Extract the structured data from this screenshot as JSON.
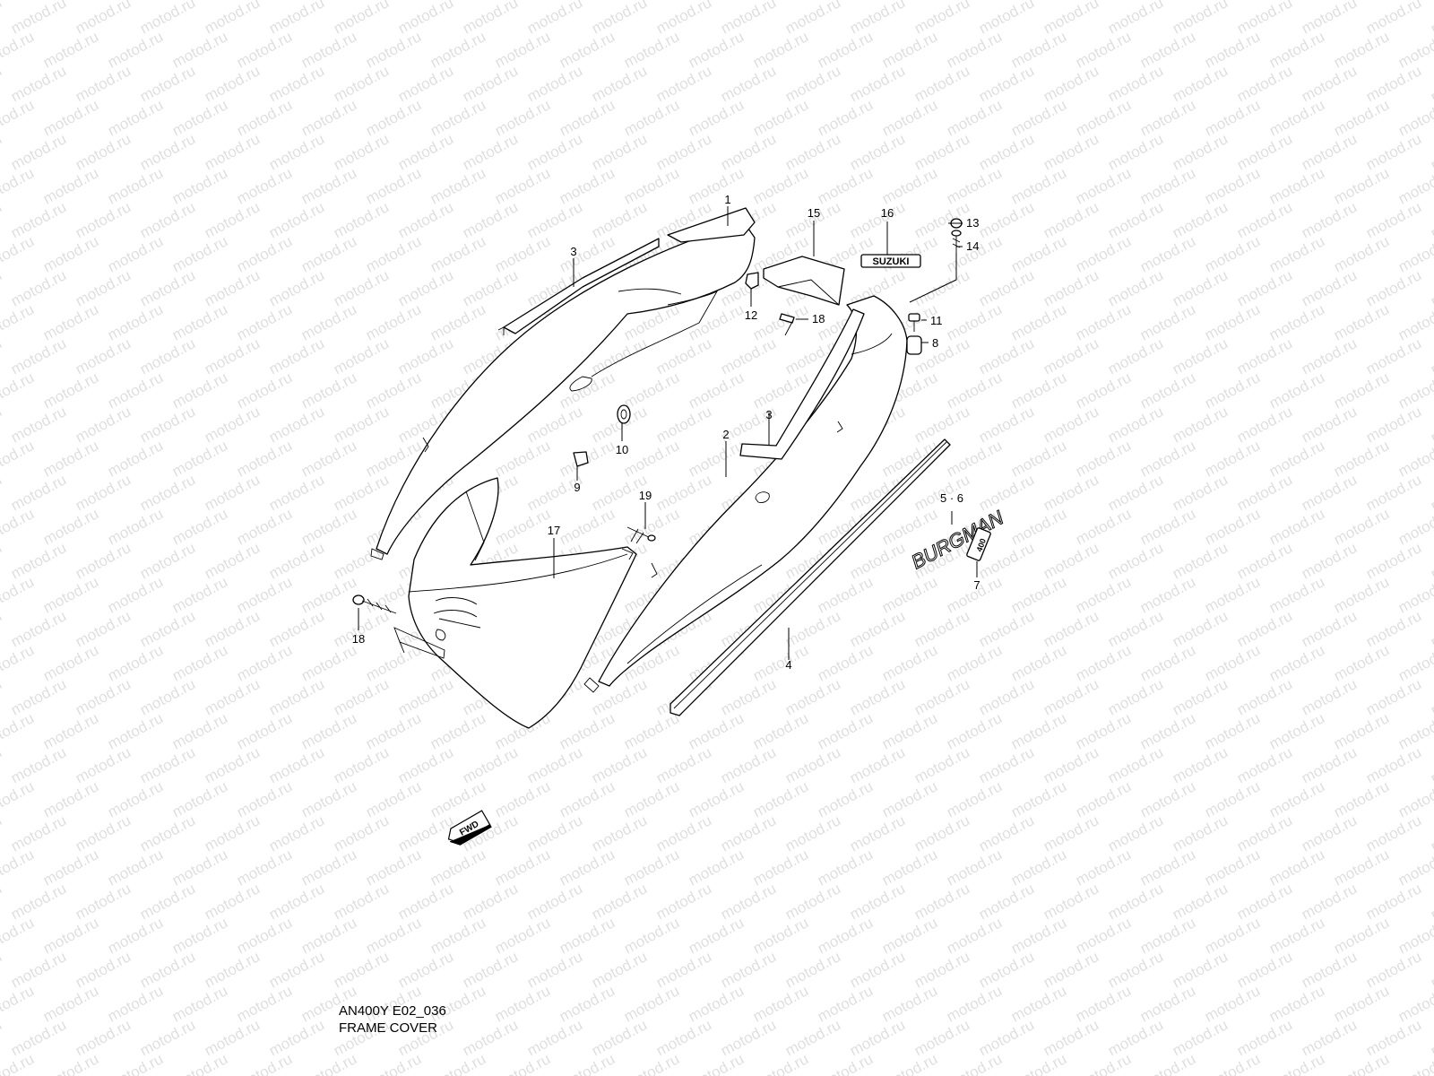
{
  "watermark": "motod.ru",
  "callouts": [
    {
      "id": "c1",
      "label": "1"
    },
    {
      "id": "c2",
      "label": "2"
    },
    {
      "id": "c3a",
      "label": "3"
    },
    {
      "id": "c3b",
      "label": "3"
    },
    {
      "id": "c4",
      "label": "4"
    },
    {
      "id": "c56",
      "label": "5 · 6"
    },
    {
      "id": "c7",
      "label": "7"
    },
    {
      "id": "c8",
      "label": "8"
    },
    {
      "id": "c9",
      "label": "9"
    },
    {
      "id": "c10",
      "label": "10"
    },
    {
      "id": "c11",
      "label": "11"
    },
    {
      "id": "c12",
      "label": "12"
    },
    {
      "id": "c13",
      "label": "13"
    },
    {
      "id": "c14",
      "label": "14"
    },
    {
      "id": "c15",
      "label": "15"
    },
    {
      "id": "c16",
      "label": "16"
    },
    {
      "id": "c17",
      "label": "17"
    },
    {
      "id": "c18a",
      "label": "18"
    },
    {
      "id": "c18b",
      "label": "18"
    },
    {
      "id": "c19",
      "label": "19"
    }
  ],
  "emblems": {
    "brand": "SUZUKI",
    "model": "BURGMAN",
    "displacement": "400",
    "fwd": "FWD"
  },
  "caption": {
    "code": "AN400Y E02_036",
    "title": "FRAME COVER"
  }
}
